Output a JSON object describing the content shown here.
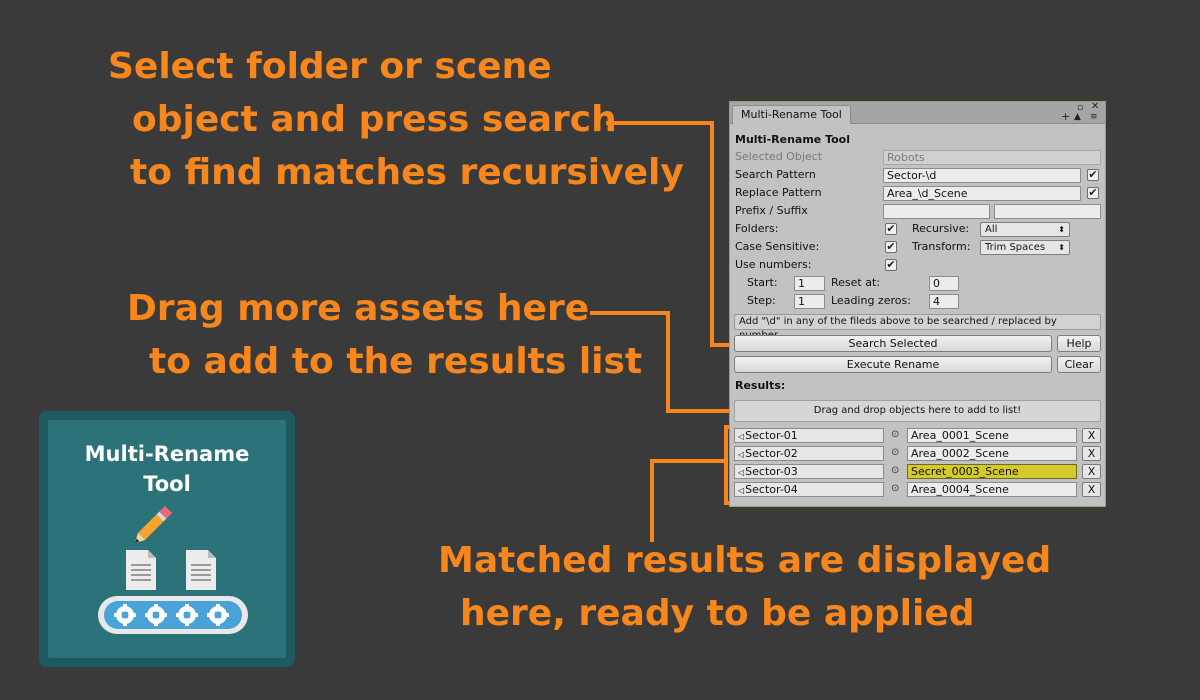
{
  "callouts": {
    "search": [
      "Select folder or scene",
      "object and press search",
      "to find matches recursively"
    ],
    "drag": [
      "Drag more assets here",
      "to add to the results list"
    ],
    "results": [
      "Matched results are displayed",
      "here, ready to be applied"
    ]
  },
  "window": {
    "tab_title": "Multi-Rename Tool",
    "header": "Multi-Rename Tool",
    "selected_object_label": "Selected Object",
    "selected_object_value": "Robots",
    "search_pattern_label": "Search Pattern",
    "search_pattern_value": "Sector-\\d",
    "search_pattern_checked": true,
    "replace_pattern_label": "Replace Pattern",
    "replace_pattern_value": "Area_\\d_Scene",
    "replace_pattern_checked": true,
    "prefix_suffix_label": "Prefix / Suffix",
    "prefix_value": "",
    "suffix_value": "",
    "folders_label": "Folders:",
    "folders_checked": true,
    "recursive_label": "Recursive:",
    "recursive_value": "All",
    "case_sensitive_label": "Case Sensitive:",
    "case_sensitive_checked": true,
    "transform_label": "Transform:",
    "transform_value": "Trim Spaces",
    "use_numbers_label": "Use numbers:",
    "use_numbers_checked": true,
    "start_label": "Start:",
    "start_value": "1",
    "reset_label": "Reset at:",
    "reset_value": "0",
    "step_label": "Step:",
    "step_value": "1",
    "leading_label": "Leading zeros:",
    "leading_value": "4",
    "help_text": "Add \"\\d\" in any of the fileds above to be searched / replaced by number.",
    "search_button": "Search Selected",
    "help_button": "Help",
    "execute_button": "Execute Rename",
    "clear_button": "Clear",
    "results_label": "Results:",
    "dropzone_text": "Drag and drop objects here to add to list!",
    "results": [
      {
        "object": "Sector-01",
        "new_name": "Area_0001_Scene",
        "highlighted": false
      },
      {
        "object": "Sector-02",
        "new_name": "Area_0002_Scene",
        "highlighted": false
      },
      {
        "object": "Sector-03",
        "new_name": "Secret_0003_Scene",
        "highlighted": true
      },
      {
        "object": "Sector-04",
        "new_name": "Area_0004_Scene",
        "highlighted": false
      }
    ],
    "remove_label": "X",
    "checkmark": "✔"
  },
  "logo": {
    "title_line1": "Multi-Rename",
    "title_line2": "Tool"
  },
  "colors": {
    "background": "#3a3a3a",
    "accent": "#f7861c",
    "logo_bg": "#2c7379",
    "highlight": "#d4ca2a"
  }
}
